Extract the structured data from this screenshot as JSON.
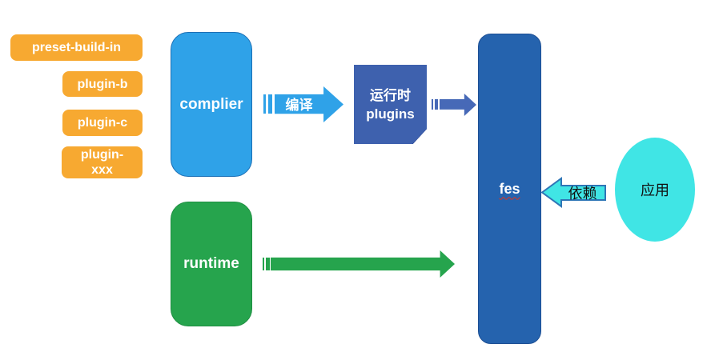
{
  "colors": {
    "orange": "#F7A931",
    "light-blue": "#2FA2E8",
    "light-blue-border": "#1B6FB5",
    "green": "#26A44D",
    "green-border": "#1F8F42",
    "note-blue": "#3E61AE",
    "note-fold": "#28418C",
    "mid-blue": "#4769B7",
    "fes-blue": "#2563AE",
    "fes-border": "#1D4F94",
    "cyan": "#40E5E5",
    "cyan-border": "#2E75B6",
    "squiggle-red": "#E0341B",
    "text-on-dark": "#FFFFFF",
    "text-dark": "#111111"
  },
  "plugin_badges": [
    {
      "label": "preset-build-in"
    },
    {
      "label": "plugin-b"
    },
    {
      "label": "plugin-c"
    },
    {
      "label": "plugin-\nxxx"
    }
  ],
  "nodes": {
    "complier": {
      "label": "complier"
    },
    "runtime": {
      "label": "runtime"
    },
    "runtime_plugins": {
      "label": "运行时\nplugins"
    },
    "fes": {
      "label": "fes"
    },
    "app": {
      "label": "应用"
    }
  },
  "arrows": {
    "compile": {
      "label": "编译"
    },
    "depend": {
      "label": "依赖"
    }
  }
}
